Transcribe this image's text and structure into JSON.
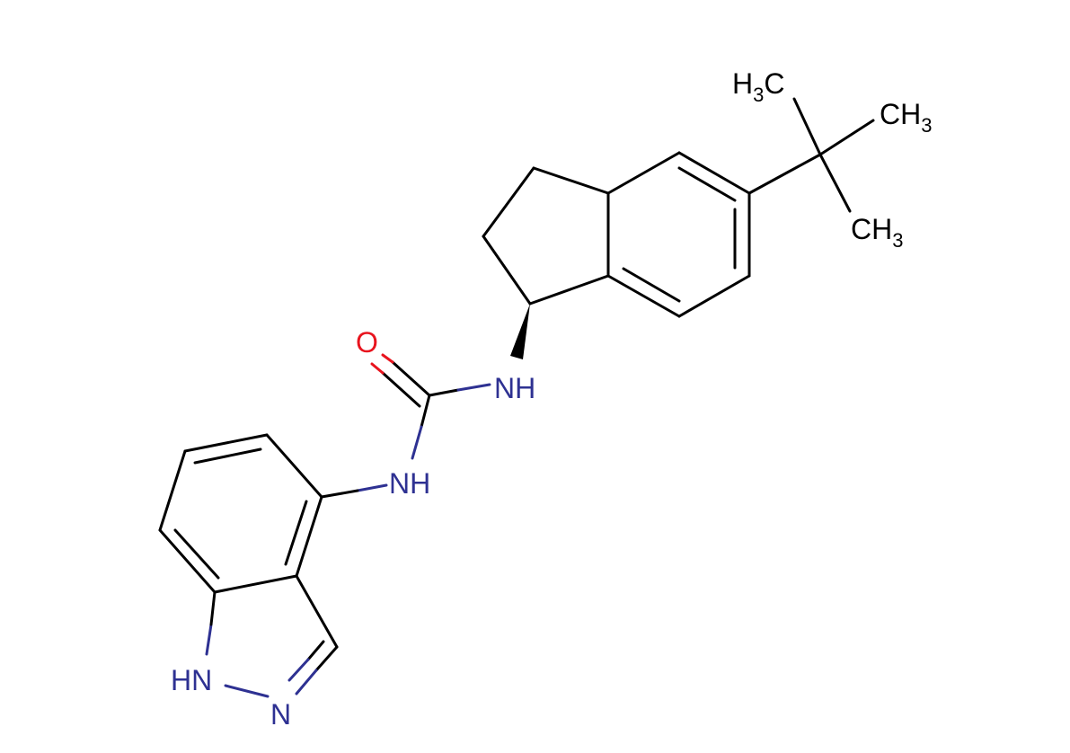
{
  "molecule": {
    "atoms": {
      "oxygen": "O",
      "urea_nh_right": "NH",
      "urea_nh_left": "NH",
      "indazole_nh": "HN",
      "indazole_n": "N",
      "methyl_top_left": {
        "h": "H",
        "sub": "3",
        "c": "C"
      },
      "methyl_top_right": {
        "ch": "CH",
        "sub": "3"
      },
      "methyl_bottom": {
        "ch": "CH",
        "sub": "3"
      }
    }
  },
  "colors": {
    "carbon_bond": "#000000",
    "oxygen": "#e8141e",
    "nitrogen": "#2e3192"
  }
}
